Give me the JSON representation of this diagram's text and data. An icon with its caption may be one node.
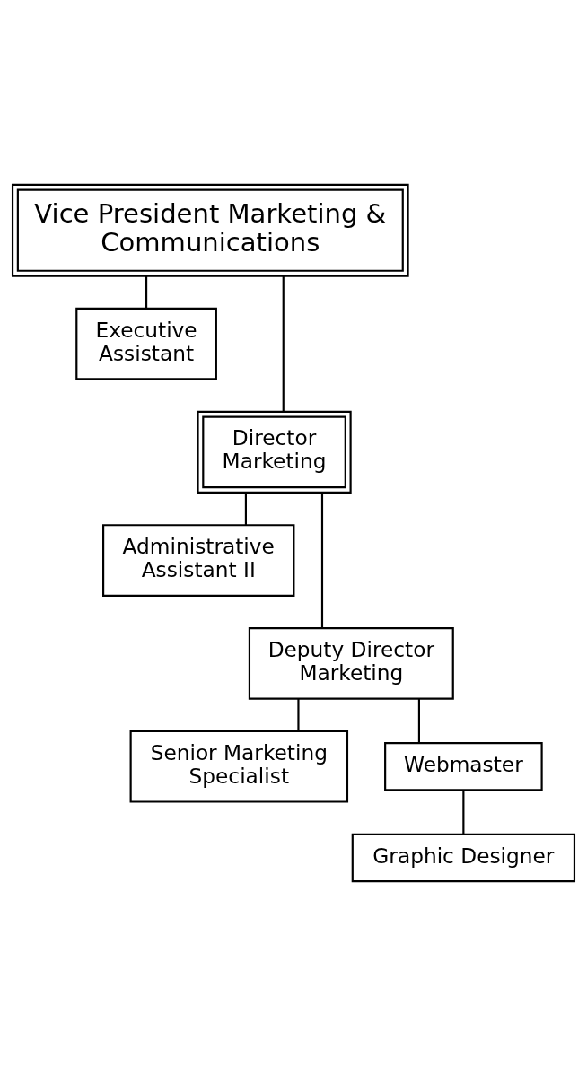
{
  "diagram": {
    "nodes": [
      {
        "text": [
          "Vice President Marketing & Communications"
        ]
      },
      {
        "text": [
          "Executive Assistant"
        ]
      },
      {
        "text": [
          "Director Marketing"
        ]
      },
      {
        "text": [
          "Administrative Assistant II"
        ]
      },
      {
        "text": [
          "Deputy Director Marketing"
        ]
      },
      {
        "text": [
          "Senior Marketing Specialist"
        ]
      },
      {
        "text": [
          "Webmaster"
        ]
      },
      {
        "text": [
          "Graphic Designer"
        ]
      }
    ],
    "edges": [
      {
        "from": 0,
        "to": 1,
        "arrow": "none"
      },
      {
        "from": 0,
        "to": 2,
        "arrow": "none"
      },
      {
        "from": 2,
        "to": 3,
        "arrow": "none"
      },
      {
        "from": 2,
        "to": 4,
        "arrow": "none"
      },
      {
        "from": 4,
        "to": 5,
        "arrow": "none"
      },
      {
        "from": 4,
        "to": 6,
        "arrow": "none"
      },
      {
        "from": 6,
        "to": 7,
        "arrow": "none"
      }
    ]
  }
}
